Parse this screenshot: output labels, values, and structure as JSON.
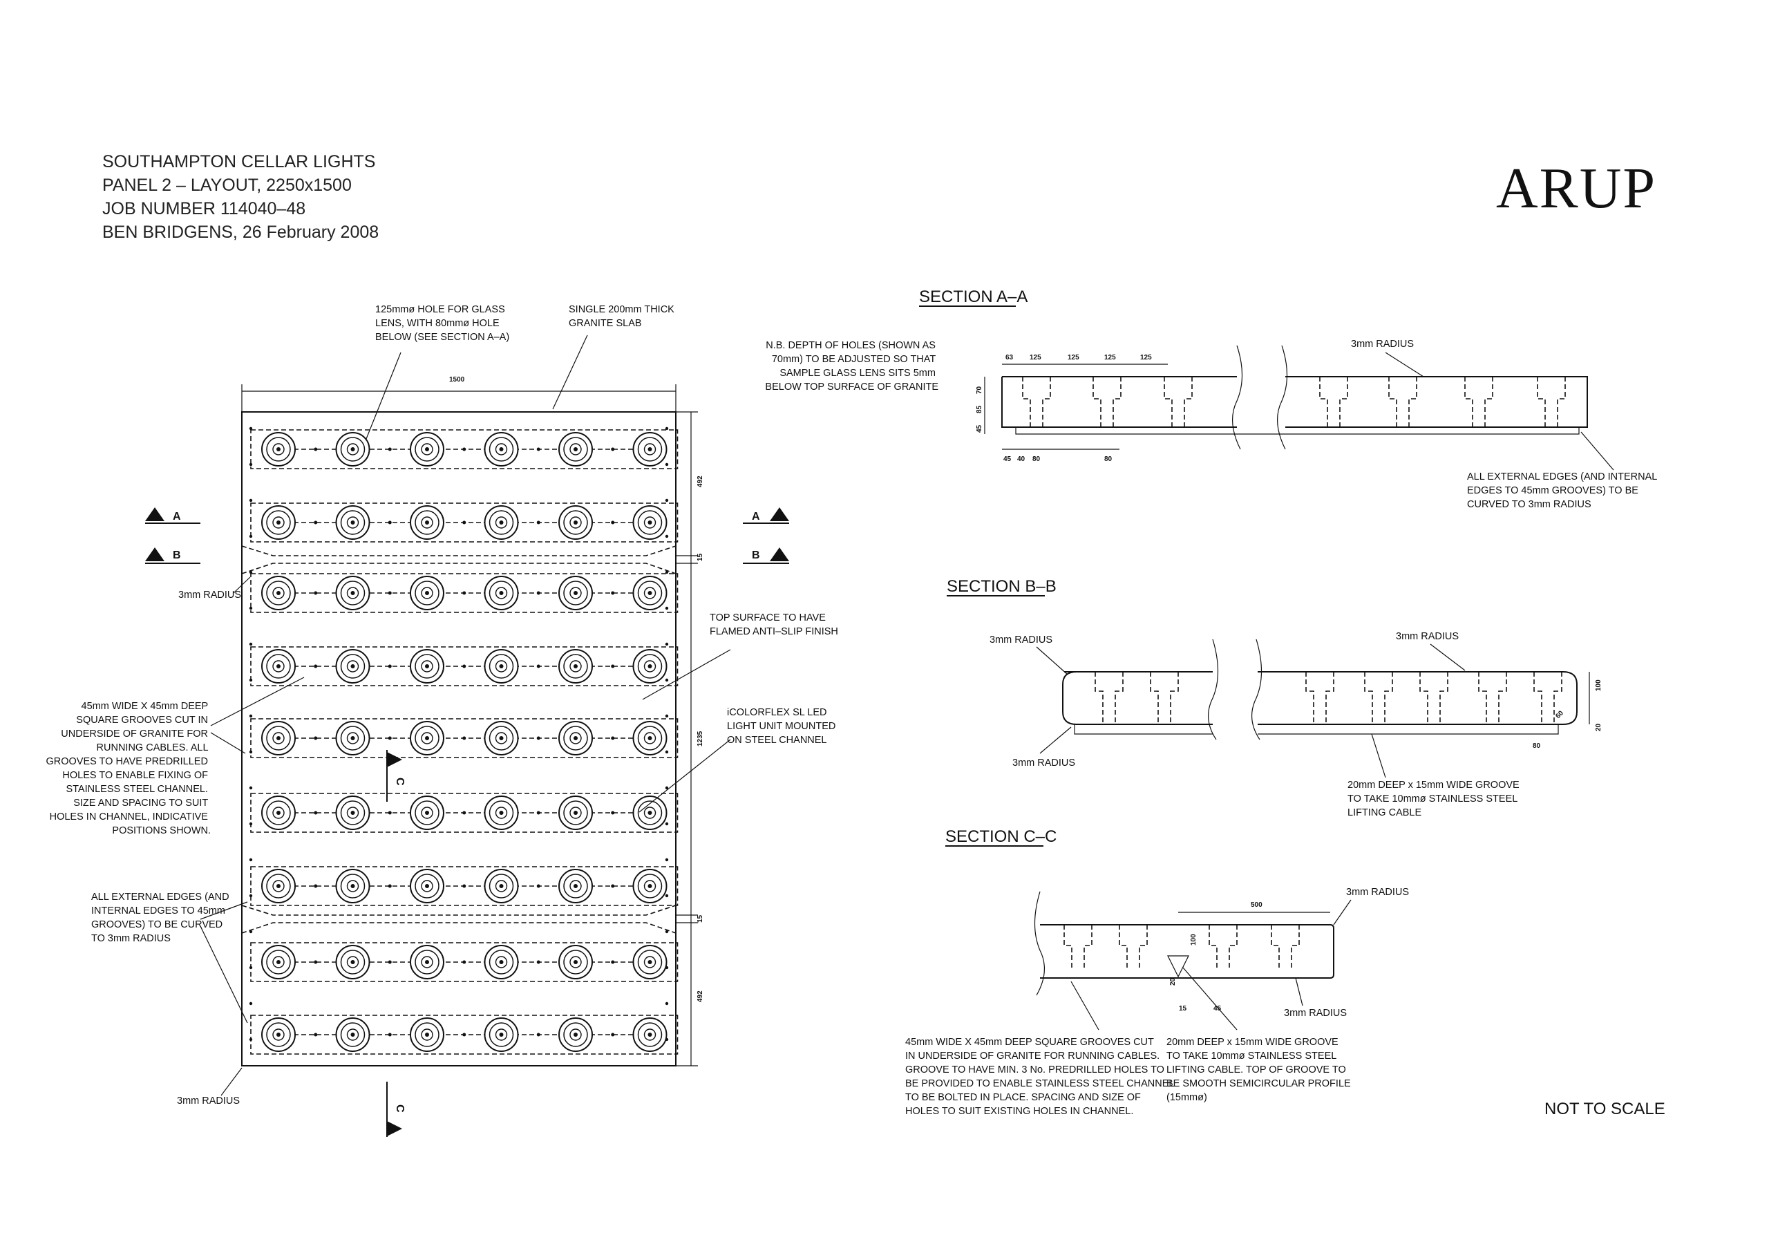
{
  "title_block": {
    "line1": "SOUTHAMPTON CELLAR LIGHTS",
    "line2": "PANEL 2 – LAYOUT, 2250x1500",
    "line3": "JOB NUMBER 114040–48",
    "line4": "BEN BRIDGENS, 26 February 2008"
  },
  "logo": "ARUP",
  "plan": {
    "dim_width": "1500",
    "dim_side_top": "492",
    "dim_side_mid": "1235",
    "dim_side_bottom": "492",
    "dim_gap_1": "15",
    "dim_gap_2": "15",
    "marker_a": "A",
    "marker_b": "B",
    "marker_c": "C",
    "rows": 9,
    "cols": 6
  },
  "notes": {
    "hole_lines": [
      "125mmø HOLE FOR GLASS",
      "LENS, WITH 80mmø HOLE",
      "BELOW (SEE SECTION A–A)"
    ],
    "slab_lines": [
      "SINGLE 200mm THICK",
      "GRANITE SLAB"
    ],
    "radius_left": "3mm RADIUS",
    "radius_bottom": "3mm RADIUS",
    "grooves_lines": [
      "45mm WIDE X 45mm DEEP",
      "SQUARE GROOVES CUT IN",
      "UNDERSIDE OF GRANITE FOR",
      "RUNNING CABLES. ALL",
      "GROOVES TO HAVE PREDRILLED",
      "HOLES TO ENABLE FIXING OF",
      "STAINLESS STEEL CHANNEL.",
      "SIZE AND SPACING TO SUIT",
      "HOLES IN CHANNEL, INDICATIVE",
      "POSITIONS SHOWN."
    ],
    "edges_lines": [
      "ALL EXTERNAL EDGES (AND",
      "INTERNAL EDGES TO 45mm",
      "GROOVES) TO BE CURVED",
      "TO 3mm RADIUS"
    ],
    "surface_lines": [
      "TOP SURFACE TO HAVE",
      "FLAMED ANTI–SLIP FINISH"
    ],
    "led_lines": [
      "iCOLORFLEX SL LED",
      "LIGHT UNIT MOUNTED",
      "ON STEEL CHANNEL"
    ]
  },
  "section_aa": {
    "title": "SECTION A–A",
    "depth_note_lines": [
      "N.B. DEPTH OF HOLES (SHOWN AS",
      "70mm) TO BE ADJUSTED SO THAT",
      "SAMPLE GLASS LENS SITS 5mm",
      "BELOW TOP SURFACE OF GRANITE"
    ],
    "radius": "3mm RADIUS",
    "edges_lines": [
      "ALL EXTERNAL EDGES (AND INTERNAL",
      "EDGES TO 45mm GROOVES) TO BE",
      "CURVED TO 3mm RADIUS"
    ],
    "dims_top": [
      "63",
      "125",
      "125",
      "125",
      "125"
    ],
    "dims_side": [
      "70",
      "85",
      "45"
    ],
    "dims_bottom": [
      "45",
      "40",
      "80",
      "80"
    ]
  },
  "section_bb": {
    "title": "SECTION B–B",
    "radius_top_left": "3mm RADIUS",
    "radius_top_right": "3mm RADIUS",
    "radius_bottom_left": "3mm RADIUS",
    "groove_lines": [
      "20mm DEEP x 15mm WIDE GROOVE",
      "TO TAKE 10mmø STAINLESS STEEL",
      "LIFTING CABLE"
    ],
    "dims": [
      "100",
      "20",
      "80",
      "60"
    ]
  },
  "section_cc": {
    "title": "SECTION C–C",
    "radius_top": "3mm RADIUS",
    "radius_bottom": "3mm RADIUS",
    "dims": [
      "500",
      "100",
      "20",
      "15",
      "45"
    ],
    "grooves_lines": [
      "45mm WIDE X 45mm DEEP SQUARE GROOVES CUT",
      "IN UNDERSIDE OF GRANITE FOR RUNNING CABLES.",
      "GROOVE TO HAVE MIN. 3 No. PREDRILLED HOLES TO",
      "BE PROVIDED TO ENABLE STAINLESS STEEL CHANNEL",
      "TO BE BOLTED IN PLACE. SPACING AND SIZE OF",
      "HOLES TO SUIT EXISTING HOLES IN CHANNEL."
    ],
    "lifting_lines": [
      "20mm DEEP x 15mm WIDE GROOVE",
      "TO TAKE 10mmø STAINLESS STEEL",
      "LIFTING CABLE. TOP OF GROOVE TO",
      "BE SMOOTH SEMICIRCULAR PROFILE",
      "(15mmø)"
    ]
  },
  "scale_note": "NOT TO SCALE"
}
